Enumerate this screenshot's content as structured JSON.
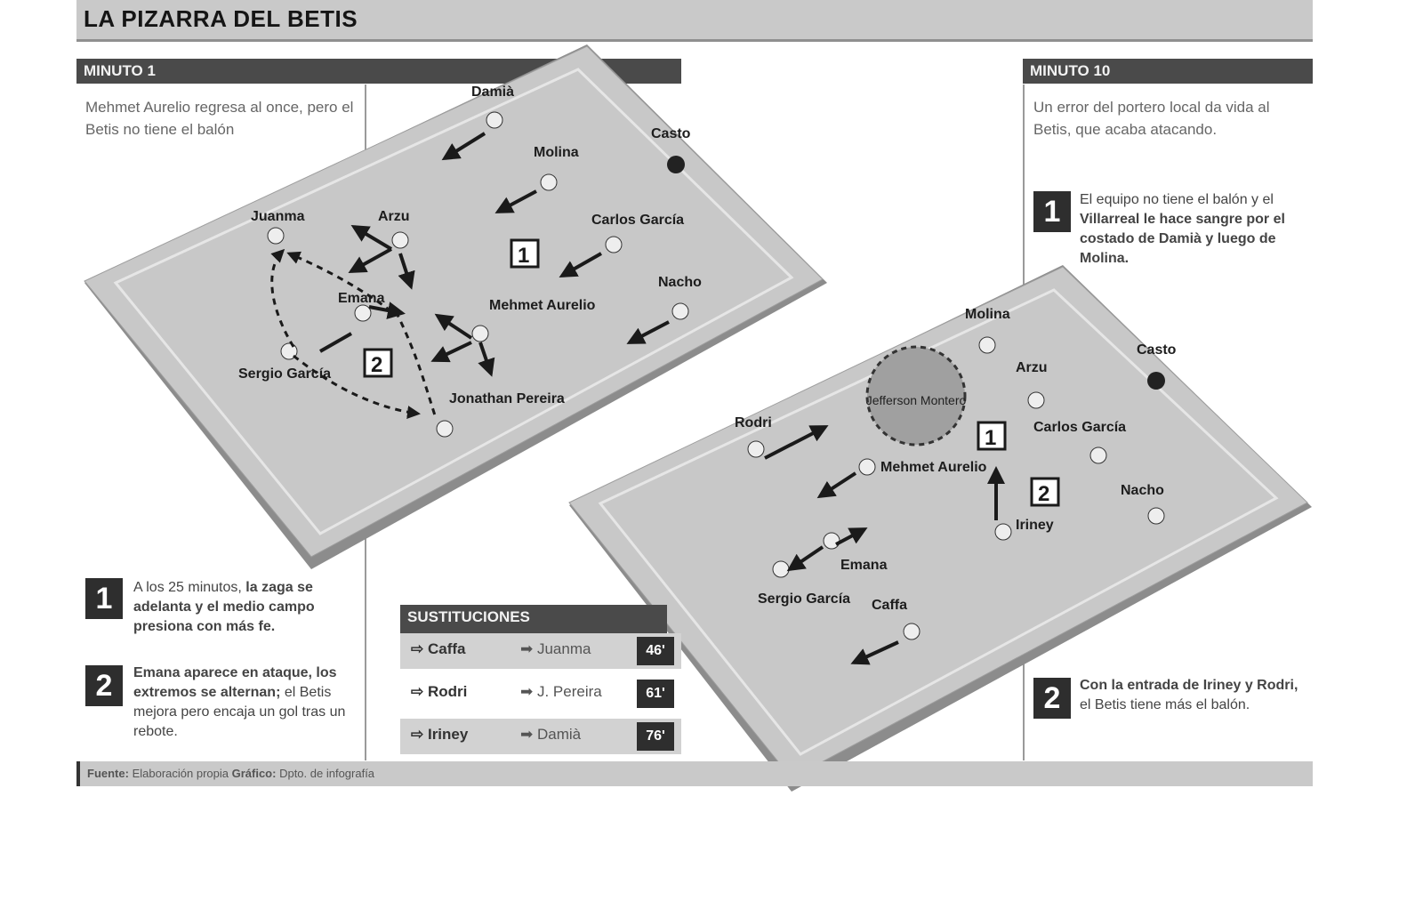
{
  "header": {
    "title": "LA PIZARRA DEL BETIS"
  },
  "minute1": {
    "label": "MINUTO 1",
    "intro": "Mehmet Aurelio regresa al once, pero el Betis no tiene el balón",
    "players": [
      "Damià",
      "Molina",
      "Casto",
      "Juanma",
      "Arzu",
      "Carlos García",
      "Emana",
      "Mehmet Aurelio",
      "Nacho",
      "Sergio García",
      "Jonathan Pereira"
    ],
    "markers": [
      "1",
      "2"
    ],
    "step1": {
      "num": "1",
      "text_a": "A los 25 minutos, ",
      "text_b": "la zaga se adelanta y el medio campo presiona con más fe."
    },
    "step2": {
      "num": "2",
      "text_a": "Emana aparece en ataque, los extremos se alternan;",
      "text_b": " el Betis mejora pero encaja un gol tras un rebote."
    }
  },
  "minute10": {
    "label": "MINUTO 10",
    "intro": "Un error del portero local da vida al Betis, que acaba atacando.",
    "players": [
      "Molina",
      "Casto",
      "Arzu",
      "Rodri",
      "Carlos García",
      "Mehmet Aurelio",
      "Nacho",
      "Iriney",
      "Emana",
      "Sergio García",
      "Caffa"
    ],
    "highlight": "Jefferson Montero",
    "markers": [
      "1",
      "2"
    ],
    "step1": {
      "num": "1",
      "text_a": "El equipo no tiene el balón y el ",
      "text_b": "Villarreal le hace sangre por el costado de Damià y luego de Molina."
    },
    "step2": {
      "num": "2",
      "text_a": "Con la entrada de Iriney y Rodri,",
      "text_b": " el Betis tiene más el balón."
    }
  },
  "substitutions": {
    "label": "SUSTITUCIONES",
    "rows": [
      {
        "in": "Caffa",
        "out": "Juanma",
        "minute": "46'"
      },
      {
        "in": "Rodri",
        "out": "J. Pereira",
        "minute": "61'"
      },
      {
        "in": "Iriney",
        "out": "Damià",
        "minute": "76'"
      }
    ]
  },
  "footer": {
    "source_label": "Fuente:",
    "source": "Elaboración propia",
    "graphic_label": "Gráfico:",
    "graphic": "Dpto. de infografía"
  },
  "colors": {
    "bar": "#4a4a4a",
    "field": "#c8c8c8",
    "header": "#c9c9c9"
  }
}
